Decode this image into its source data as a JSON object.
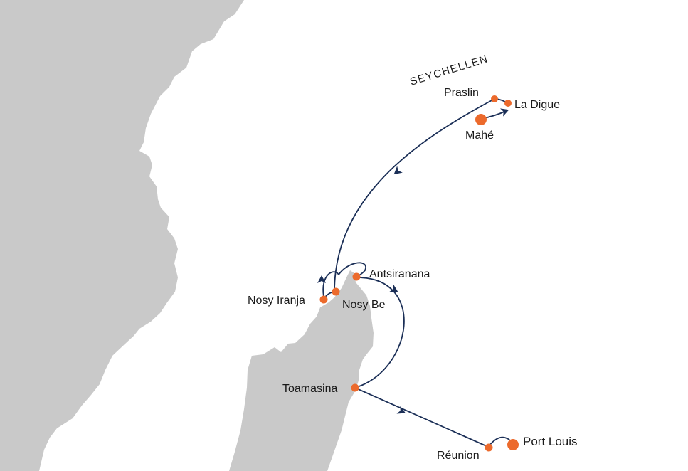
{
  "map": {
    "region_label": "SEYCHELLEN",
    "colors": {
      "land": "#c9c9c9",
      "sea": "#ffffff",
      "route": "#1b2f57",
      "port": "#ec6a2c"
    },
    "ports": [
      {
        "id": "praslin",
        "name": "Praslin"
      },
      {
        "id": "la-digue",
        "name": "La Digue"
      },
      {
        "id": "mahe",
        "name": "Mahé",
        "major": true
      },
      {
        "id": "antsiranana",
        "name": "Antsiranana"
      },
      {
        "id": "nosy-be",
        "name": "Nosy Be"
      },
      {
        "id": "nosy-iranja",
        "name": "Nosy Iranja"
      },
      {
        "id": "toamasina",
        "name": "Toamasina"
      },
      {
        "id": "reunion",
        "name": "Réunion"
      },
      {
        "id": "port-louis",
        "name": "Port Louis",
        "major": true
      }
    ]
  }
}
